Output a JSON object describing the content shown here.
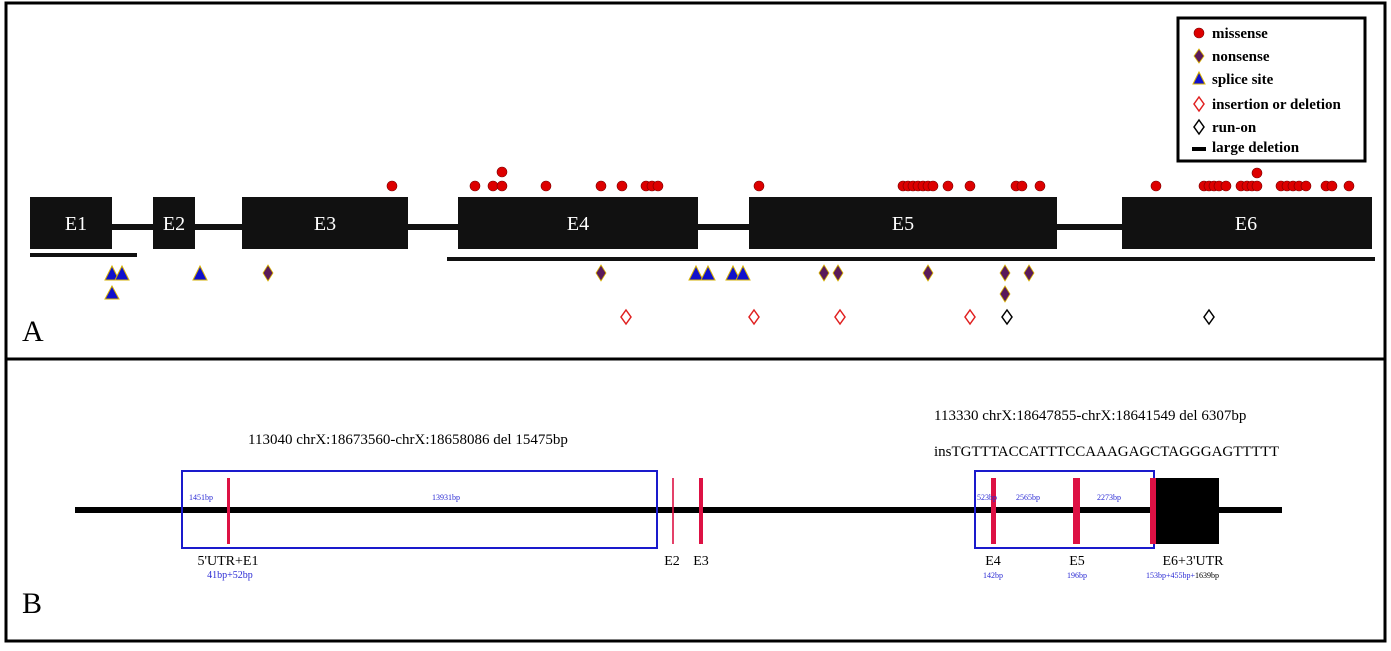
{
  "panelA": {
    "letter": "A",
    "exons": [
      {
        "id": "E1",
        "label": "E1"
      },
      {
        "id": "E2",
        "label": "E2"
      },
      {
        "id": "E3",
        "label": "E3"
      },
      {
        "id": "E4",
        "label": "E4"
      },
      {
        "id": "E5",
        "label": "E5"
      },
      {
        "id": "E6",
        "label": "E6"
      }
    ],
    "legend": [
      {
        "key": "missense",
        "label": "missense"
      },
      {
        "key": "nonsense",
        "label": "nonsense"
      },
      {
        "key": "splice",
        "label": "splice site"
      },
      {
        "key": "indel",
        "label": "insertion or deletion"
      },
      {
        "key": "runon",
        "label": "run-on"
      },
      {
        "key": "largedel",
        "label": "large deletion"
      }
    ],
    "colors": {
      "missense": "#dd0000",
      "nonsense": "#5a1a5a",
      "splice": "#1010cc",
      "indel": "#e02020",
      "runon": "#000000",
      "exon": "#111111"
    }
  },
  "panelB": {
    "letter": "B",
    "deletion1": {
      "title": "113040 chrX:18673560-chrX:18658086 del 15475bp",
      "left_bp": "1451bp",
      "right_bp": "13931bp"
    },
    "deletion2": {
      "title": "113330 chrX:18647855-chrX:18641549 del 6307bp",
      "insertion": "insTGTTTACCATTTCCAAAGAGCTAGGGAGTTTTT",
      "bp_a": "523bp",
      "bp_b": "2565bp",
      "bp_c": "2273bp"
    },
    "exon_labels": {
      "e1": "5'UTR+E1",
      "e1_bp": "41bp+52bp",
      "e2": "E2",
      "e3": "E3",
      "e4": "E4",
      "e4_bp": "142bp",
      "e5": "E5",
      "e5_bp": "196bp",
      "e6": "E6+3'UTR",
      "e6_bp_blue": "153bp+455bp+",
      "e6_bp_black": "1639bp"
    },
    "colors": {
      "exon": "#dd1144",
      "box": "#1a1acc",
      "line": "#000000"
    }
  }
}
